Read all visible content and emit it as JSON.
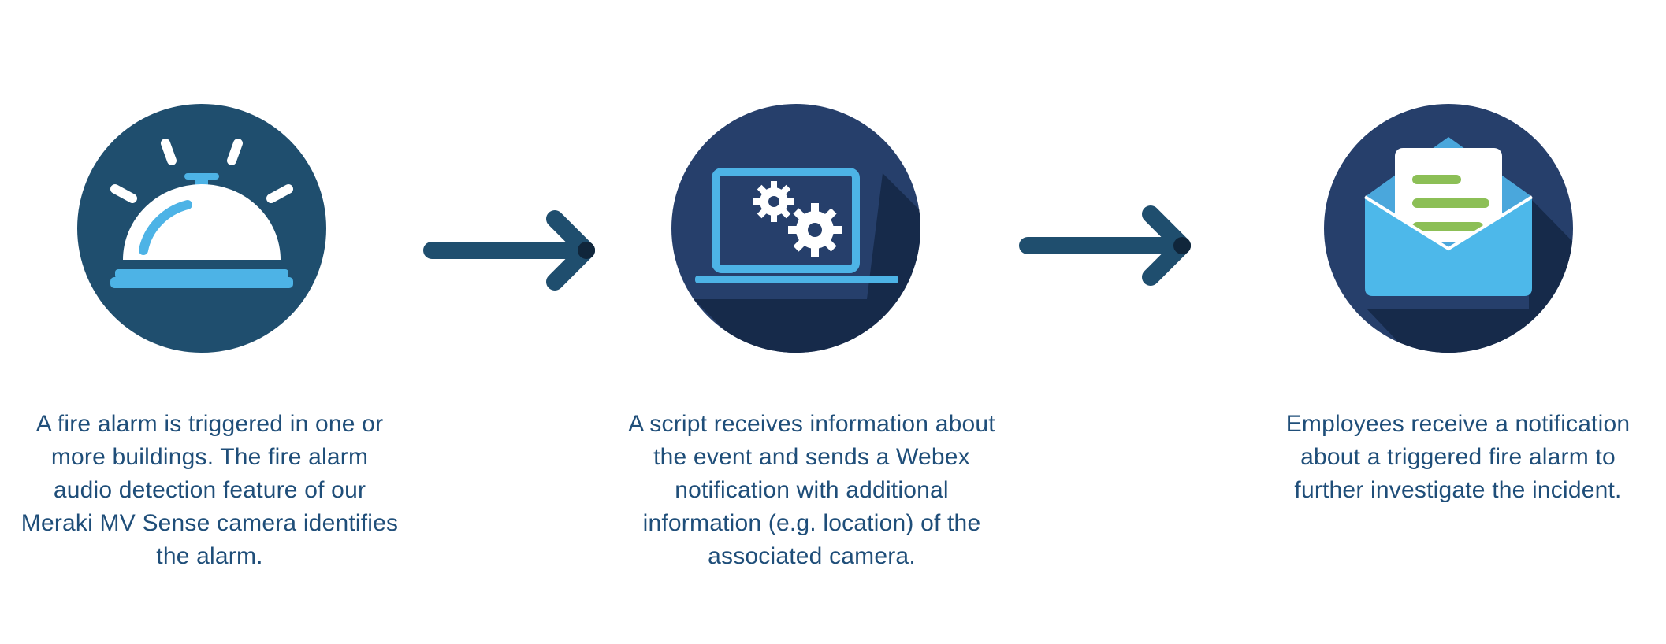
{
  "steps": [
    {
      "icon": "service-bell-icon",
      "caption_lines": [
        "A fire alarm is triggered in one or",
        "more buildings. The fire alarm",
        "audio detection feature of our",
        "Meraki MV Sense camera identifies",
        "the alarm."
      ]
    },
    {
      "icon": "laptop-gears-icon",
      "caption_lines": [
        "A script receives information about",
        "the event and sends a Webex",
        "notification with additional",
        "information (e.g. location) of the",
        "associated camera."
      ]
    },
    {
      "icon": "envelope-letter-icon",
      "caption_lines": [
        "Employees receive a notification",
        "about a triggered fire alarm to",
        "further investigate the incident."
      ]
    }
  ],
  "colors": {
    "circle_bell": "#1f4e6e",
    "circle_dark": "#263f6b",
    "shadow": "#162a4a",
    "light_blue": "#4db3e6",
    "white": "#ffffff",
    "green": "#8cbf56",
    "arrow": "#1f4e6e",
    "text": "#1f4e79"
  }
}
